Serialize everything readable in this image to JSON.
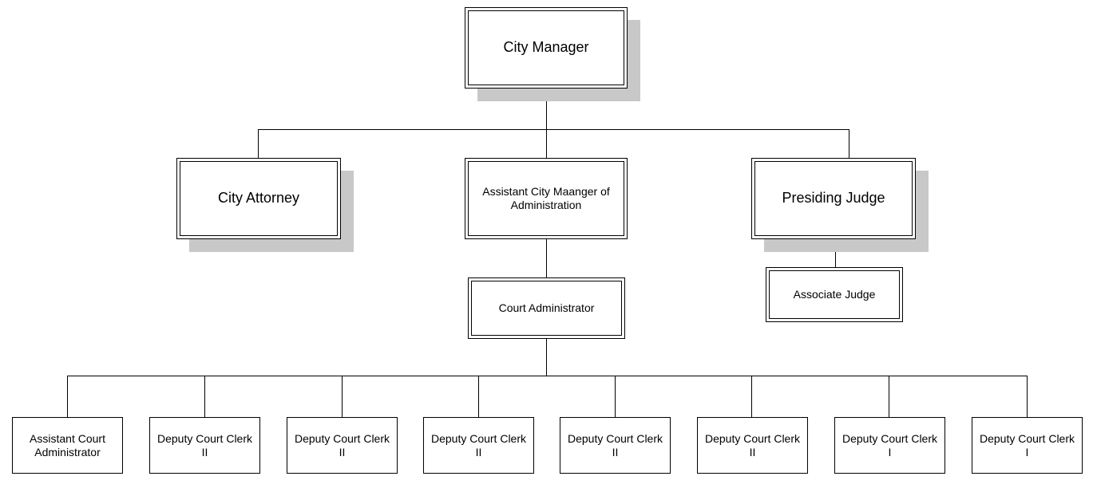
{
  "org_chart": {
    "city_manager": "City Manager",
    "city_attorney": "City Attorney",
    "assistant_city_manager": "Assistant City Maanger of Administration",
    "presiding_judge": "Presiding Judge",
    "associate_judge": "Associate Judge",
    "court_administrator": "Court Administrator",
    "staff": [
      "Assistant Court Administrator",
      "Deputy Court Clerk II",
      "Deputy Court Clerk II",
      "Deputy Court Clerk II",
      "Deputy Court Clerk II",
      "Deputy Court Clerk II",
      "Deputy Court Clerk I",
      "Deputy Court Clerk I"
    ]
  }
}
